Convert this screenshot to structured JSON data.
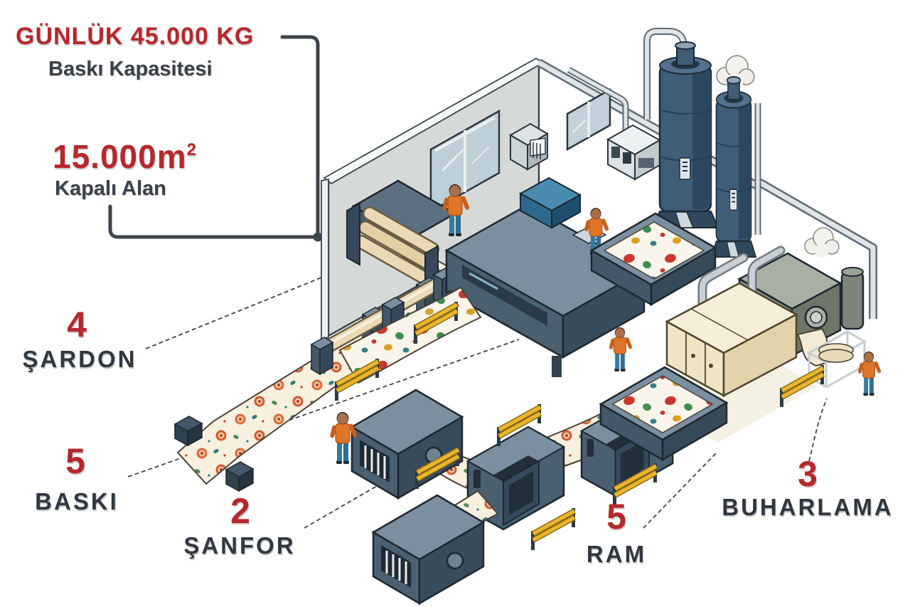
{
  "stats": {
    "capacity": {
      "value": "GÜNLÜK 45.000 KG",
      "label": "Baskı Kapasitesi"
    },
    "area": {
      "value": "15.000m",
      "sup": "2",
      "label": "Kapalı Alan"
    }
  },
  "stations": [
    {
      "count": "4",
      "name": "ŞARDON"
    },
    {
      "count": "5",
      "name": "BASKI"
    },
    {
      "count": "2",
      "name": "ŞANFOR"
    },
    {
      "count": "5",
      "name": "RAM"
    },
    {
      "count": "3",
      "name": "BUHARLAMA"
    }
  ],
  "colors": {
    "accent_red": "#b5282b",
    "label_dark": "#31373e",
    "machine_slate": "#4a5f70",
    "fabric_cream": "#f7f0df",
    "barrier_yellow": "#eab62d",
    "worker_orange": "#df7528",
    "tank_blue": "#3f5d77"
  }
}
